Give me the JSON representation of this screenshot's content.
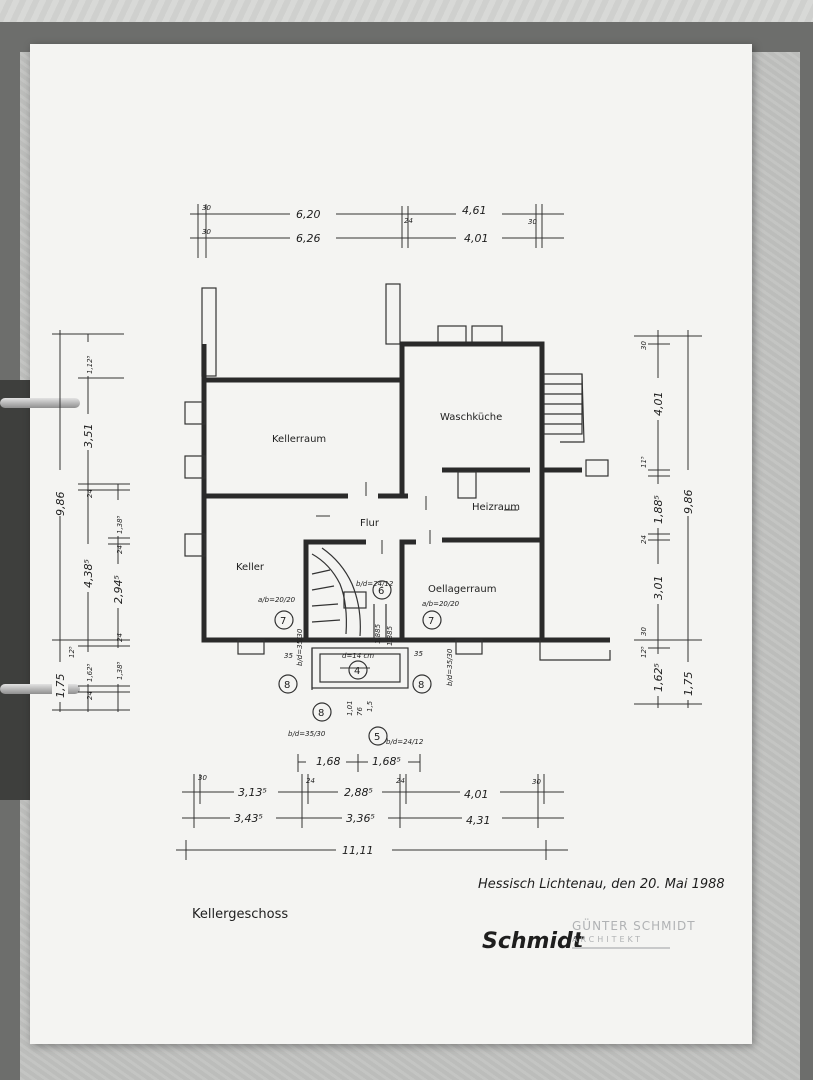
{
  "drawing": {
    "title": "Kellergeschoss",
    "place_date": "Hessisch Lichtenau, den 20. Mai 1988",
    "signature": "Schmidt",
    "stamp": [
      "GÜNTER SCHMIDT",
      "ARCHITEKT"
    ]
  },
  "rooms": {
    "kellerraum": "Kellerraum",
    "waschkueche": "Waschküche",
    "heizraum": "Heizraum",
    "flur": "Flur",
    "keller": "Keller",
    "oellagerraum": "Oellagerraum"
  },
  "annotations": {
    "ab_left": "a/b=20/20",
    "ab_right": "a/b=20/20",
    "bd_stair": "b/d=24/12",
    "bd_left_vertical": "b/d=35/30",
    "bd_right_vertical": "b/d=35/30",
    "bd_bottom_left": "b/d=35/30",
    "bd_bottom_right": "b/d=24/12",
    "stair_note": "d=14 cm",
    "circle_7_left": "7",
    "circle_7_right": "7",
    "circle_6": "6",
    "circle_4": "4",
    "circle_5": "5",
    "circle_8_left": "8",
    "circle_8_right": "8",
    "circle_8_bottom": "8",
    "small_35_left": "35",
    "small_35_right": "35",
    "stair_dims": [
      "1,885",
      "1,885"
    ],
    "lower_vals": [
      "1,01",
      "76",
      "1,5"
    ]
  },
  "dimensions": {
    "top_row1": [
      "30",
      "6,20",
      "24",
      "4,61",
      "30"
    ],
    "top_row2": [
      "30",
      "6,26",
      "4,01"
    ],
    "bottom_row0": [
      "1,68",
      "1,68⁵"
    ],
    "bottom_row1": [
      "30",
      "3,13⁵",
      "24",
      "2,88⁵",
      "24",
      "4,01",
      "30"
    ],
    "bottom_row2": [
      "3,43⁵",
      "3,36⁵",
      "4,31"
    ],
    "bottom_row3": [
      "11,11"
    ],
    "left_outer": [
      "9,86",
      "1,75"
    ],
    "left_mid": [
      "1,12⁵",
      "3,51",
      "24",
      "4,38⁵",
      "1,62⁵",
      "24"
    ],
    "left_inner": [
      "1,38⁵",
      "24",
      "2,94⁵",
      "24",
      "1,38⁵"
    ],
    "left_small": [
      "12⁵"
    ],
    "right_inner": [
      "30",
      "4,01",
      "11⁵",
      "1,88⁵",
      "24",
      "3,01",
      "30",
      "12⁵",
      "1,62⁵"
    ],
    "right_outer": [
      "9,86",
      "1,75"
    ]
  }
}
